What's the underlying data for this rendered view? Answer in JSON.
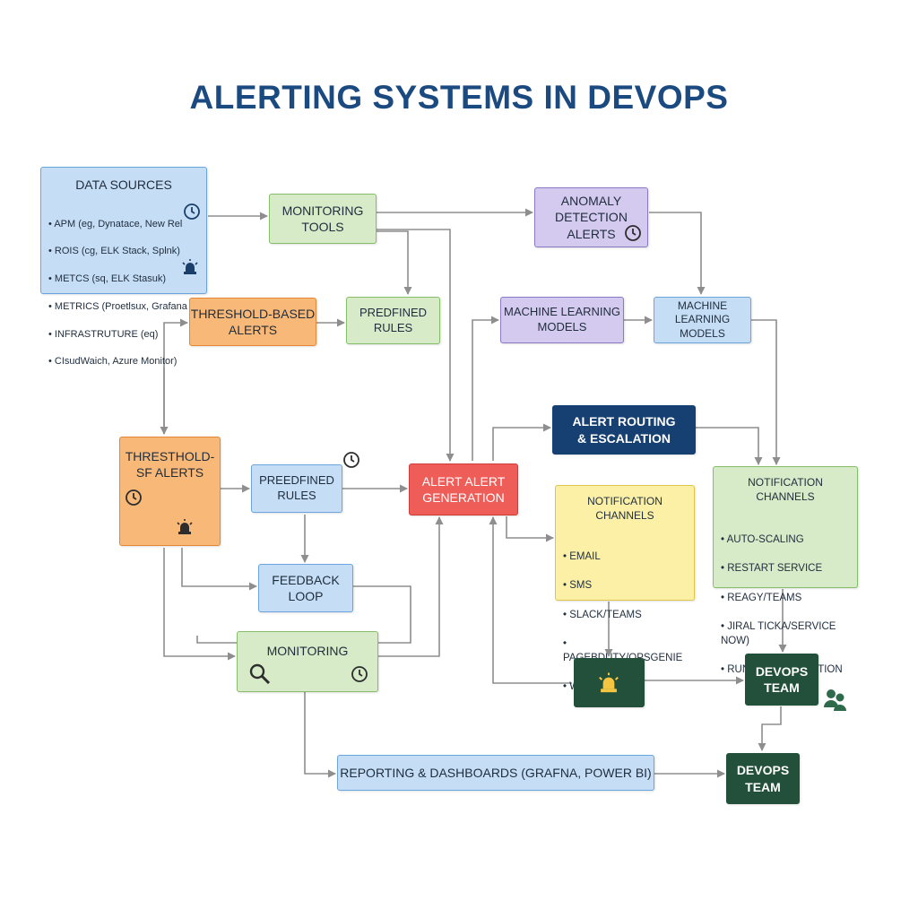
{
  "title": "ALERTING SYSTEMS IN DEVOPS",
  "colors": {
    "title": "#1b4a80",
    "connector": "#8e8e8e"
  },
  "data_sources": {
    "title": "DATA SOURCES",
    "items": [
      "APM (eg, Dynatace, New Rel",
      "ROIS (cg, ELK Stack, Splnk)",
      "METCS (sq, ELK Stasuk)",
      "METRICS (Proetlsux, Grafana",
      "INFRASTRUTURE (eq)",
      "CIsudWaich, Azure Monitor)"
    ]
  },
  "monitoring_tools": "MONITORING\nTOOLS",
  "anomaly_detection": "ANOMALY\nDETECTION\nALERTS",
  "threshold_based": "THRESHOLD-BASED\nALERTS",
  "predefined_rules_top": "PREDFINED\nRULES",
  "ml_models_left": "MACHINE LEARNING\nMODELS",
  "ml_models_right": "MACHINE LEARNING\nMODELS",
  "alert_routing": "ALERT ROUTING\n& ESCALATION",
  "threshold_sf": "THRESTHOLD-\nSF ALERTS",
  "predefined_rules_mid": "PREEDFINED\nRULES",
  "alert_generation": "ALERT ALERT\nGENERATION",
  "notification_yellow": {
    "title": "NOTIFICATION CHANNELS",
    "items": [
      "EMAIL",
      "SMS",
      "SLACK/TEAMS",
      "PAGEBDUTY/OPSGENIE",
      "WEBYHOOKS"
    ]
  },
  "notification_green": {
    "title": "NOTIFICATION CHANNELS",
    "items": [
      "AUTO-SCALING",
      "RESTART SERVICE",
      "REAGY/TEAMS",
      "JIRAL TICKA/SERVICE NOW)",
      "RUNBOOK EXECUTION"
    ]
  },
  "feedback_loop": "FEEDBACK\nLOOP",
  "monitoring": "MONITORING",
  "devops_team_1": "DEVOPS\nTEAM",
  "devops_team_2": "DEVOPS\nTEAM",
  "reporting": "REPORTING & DASHBOARDS (GRAFNA, POWER BI)",
  "icons": [
    "clock-icon",
    "alarm-icon",
    "search-icon",
    "team-icon"
  ]
}
